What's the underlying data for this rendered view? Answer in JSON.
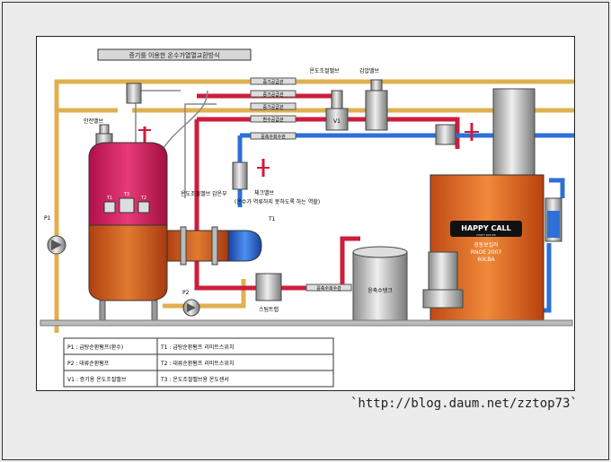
{
  "title": "증기를 이용한 온수가열열교환방식",
  "labels": {
    "pressure_valve": "감압밸브",
    "temp_control_valve": "온도조절밸브",
    "safety_valve": "안전밸브",
    "check_valve_title": "체크밸브",
    "check_valve_note": "(온수가 역류하지 못하도록 하는 역할)",
    "temp_sensor": "온도조절밸브 감온부",
    "t1": "T1",
    "t2": "T2",
    "t3": "T3",
    "p1": "P1",
    "p2": "P2",
    "v1": "V1",
    "steam_trap": "스팀트랩",
    "condensate_tank": "응축수탱크",
    "boiler_brand": "HAPPY CALL",
    "boiler_brand_small": "HAPPY BOILER",
    "boiler_maker": "경동보일러",
    "boiler_model": "RNOE 2007",
    "boiler_capacity": "60LBA"
  },
  "pipe_tags": [
    "증기공급관",
    "증기공급관",
    "환수공급관",
    "응축수회수관",
    "증기공급관",
    "응축수회수관"
  ],
  "legend": [
    [
      "P1 : 급탕순환펌프(환수)",
      "T1 : 급탕순환펌프 리미트스위치"
    ],
    [
      "P2 : 대류순환펌프",
      "T2 : 대류순환펌프 리미트스위치"
    ],
    [
      "V1 : 증기용 온도조절밸브",
      "T3 : 온도조절밸브용 온도센서"
    ]
  ],
  "footer_url": "`http://blog.daum.net/zztop73`",
  "colors": {
    "steam": "#cc1e3c",
    "hot": "#f0a020",
    "cold": "#2e6fd8",
    "orange": "#c8531a",
    "magenta": "#d22060"
  }
}
